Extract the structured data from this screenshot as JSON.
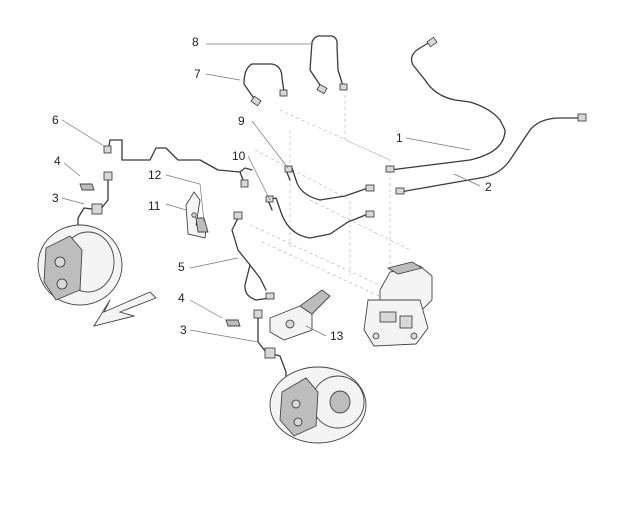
{
  "diagram": {
    "callouts": {
      "c1": "1",
      "c2": "2",
      "c3a": "3",
      "c3b": "3",
      "c4a": "4",
      "c4b": "4",
      "c5": "5",
      "c6": "6",
      "c7": "7",
      "c8": "8",
      "c9": "9",
      "c10": "10",
      "c11": "11",
      "c12": "12",
      "c13": "13"
    },
    "colors": {
      "line": "#3a3a3a",
      "part_fill": "#f4f4f4",
      "background": "#ffffff"
    }
  }
}
